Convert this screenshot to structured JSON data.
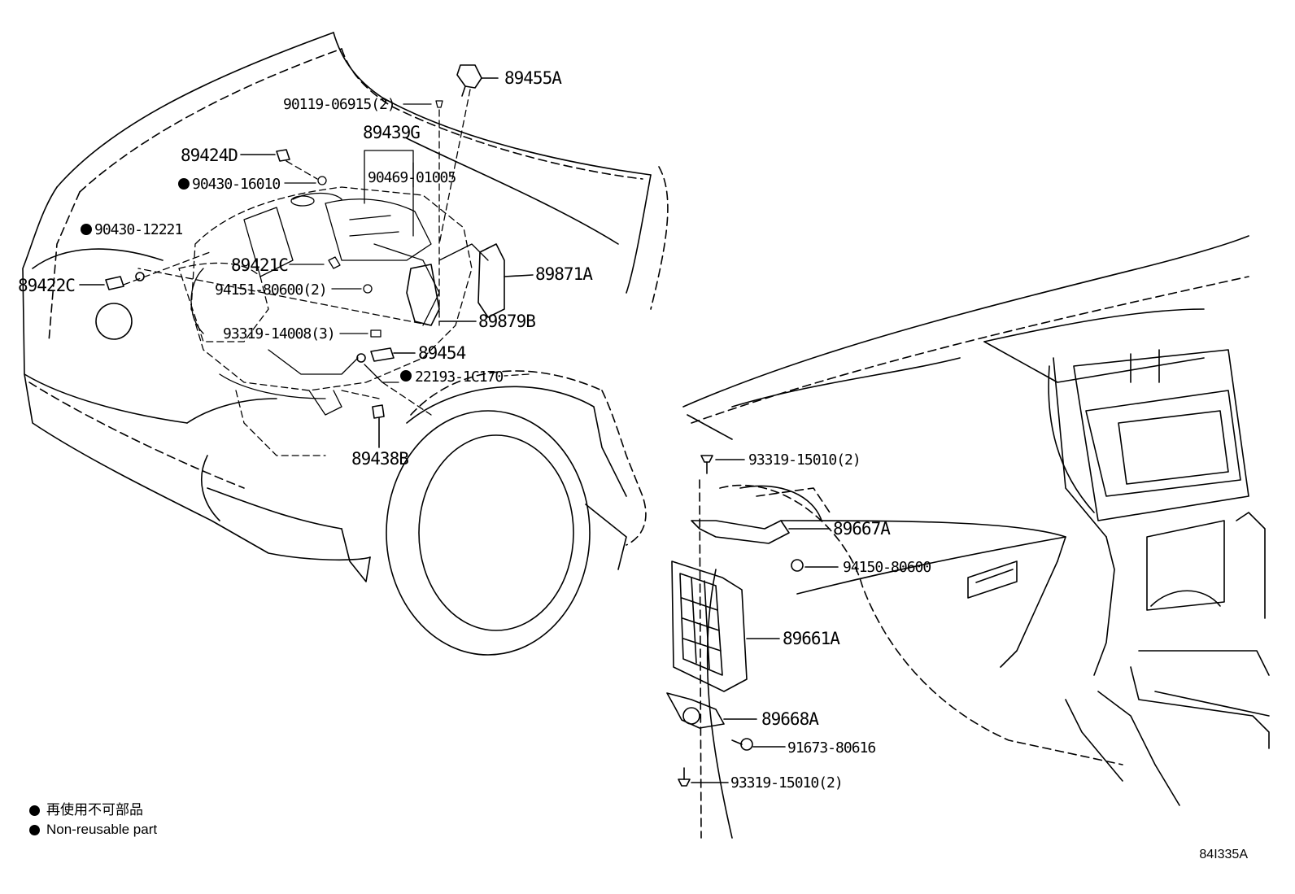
{
  "labels": {
    "p89455A": "89455A",
    "p90119": "90119-06915(2)",
    "p89439G": "89439G",
    "p89424D": "89424D",
    "p90469": "90469-01005",
    "p90430_16010": "90430-16010",
    "p90430_12221": "90430-12221",
    "p89421C": "89421C",
    "p89871A": "89871A",
    "p89422C": "89422C",
    "p94151": "94151-80600(2)",
    "p89879B": "89879B",
    "p93319_14008": "93319-14008(3)",
    "p89454": "89454",
    "p22193": "22193-1C170",
    "p89438B": "89438B",
    "p93319_15010_top": "93319-15010(2)",
    "p89667A": "89667A",
    "p94150": "94150-80600",
    "p89661A": "89661A",
    "p89668A": "89668A",
    "p91673": "91673-80616",
    "p93319_15010_bot": "93319-15010(2)"
  },
  "legend": {
    "line1": "再使用不可部品",
    "line2": "Non-reusable part"
  },
  "figure_code": "84I335A"
}
